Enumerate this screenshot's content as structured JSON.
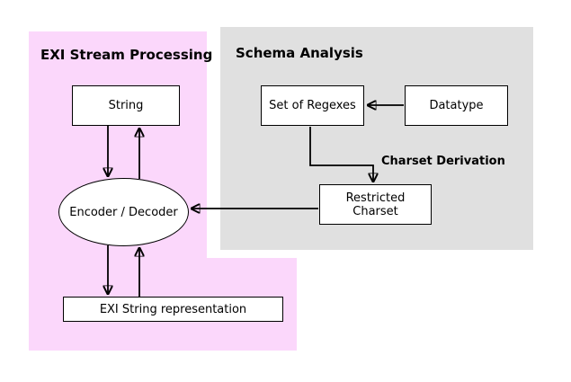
{
  "diagram": {
    "left_region_title": "EXI Stream Processing",
    "right_region_title": "Schema Analysis",
    "nodes": {
      "string": "String",
      "encoder_decoder": "Encoder / Decoder",
      "exi_string_representation": "EXI String representation",
      "set_of_regexes": "Set of Regexes",
      "datatype": "Datatype",
      "restricted_charset": "Restricted Charset"
    },
    "edge_labels": {
      "charset_derivation": "Charset Derivation"
    },
    "colors": {
      "exi_region_bg": "#fbd7fb",
      "schema_region_bg": "#e0e0e0",
      "node_bg": "#ffffff",
      "line": "#000000"
    }
  }
}
